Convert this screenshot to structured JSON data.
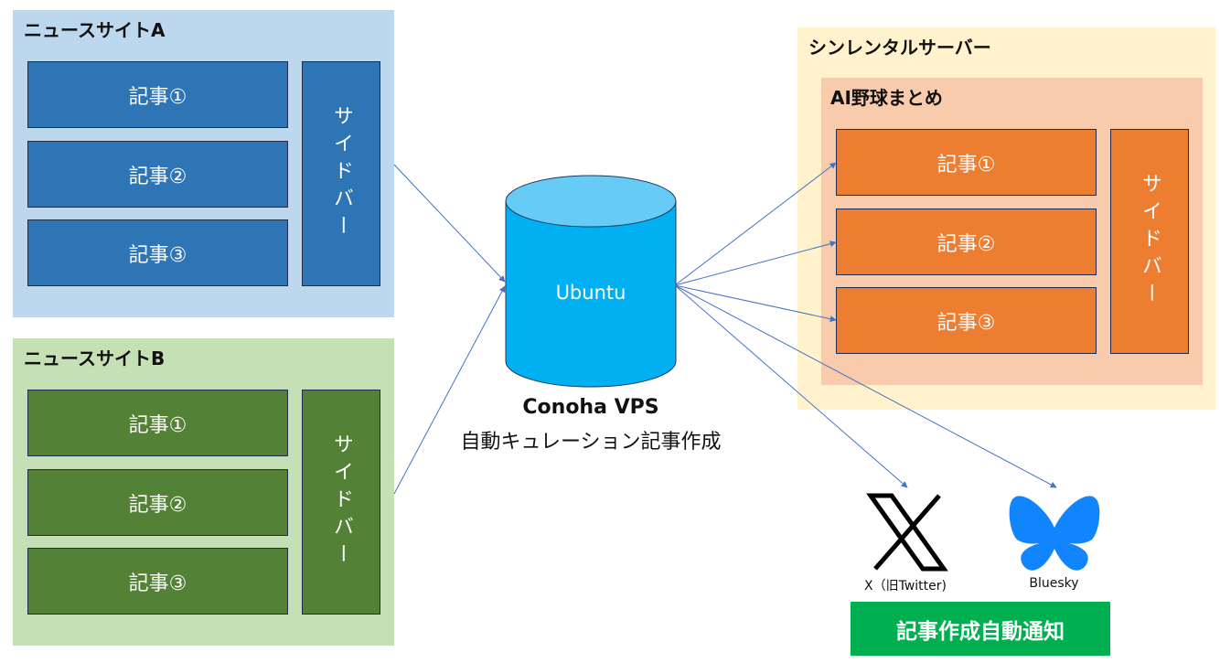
{
  "news_site_a": {
    "title": "ニュースサイトA",
    "articles": [
      "記事①",
      "記事②",
      "記事③"
    ],
    "sidebar": "サイドバー",
    "colors": {
      "panel": "#bdd7ee",
      "card": "#2e75b6"
    }
  },
  "news_site_b": {
    "title": "ニュースサイトB",
    "articles": [
      "記事①",
      "記事②",
      "記事③"
    ],
    "sidebar": "サイドバー",
    "colors": {
      "panel": "#c5e0b4",
      "card": "#538135"
    }
  },
  "server": {
    "cylinder_label": "Ubuntu",
    "name": "Conoha VPS",
    "description": "自動キュレーション記事作成",
    "colors": {
      "body": "#00b0f0",
      "top": "#66ccf5"
    }
  },
  "rental_server": {
    "title": "シンレンタルサーバー",
    "site": {
      "title": "AI野球まとめ",
      "articles": [
        "記事①",
        "記事②",
        "記事③"
      ],
      "sidebar": "サイドバー"
    },
    "colors": {
      "outer": "#fff2cc",
      "inner": "#f8cbad",
      "card": "#ed7d31"
    }
  },
  "social": {
    "x": {
      "label": "X（旧Twitter)"
    },
    "bluesky": {
      "label": "Bluesky",
      "color": "#1185fe"
    }
  },
  "notification_banner": {
    "label": "記事作成自動通知",
    "color": "#00b050"
  },
  "arrow_color": "#4472c4"
}
